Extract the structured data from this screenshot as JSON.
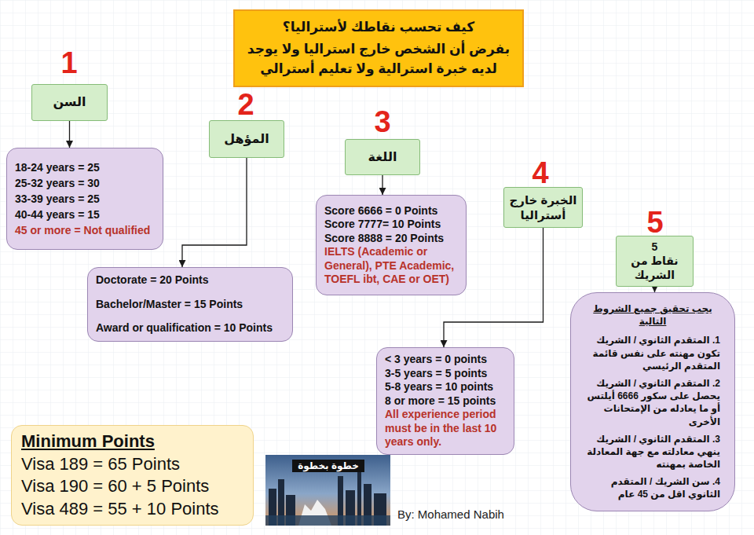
{
  "diagram": {
    "nodes": [
      {
        "text": [
          "كيف تحسب نقاطك لأستراليا؟",
          "بفرض أن الشخص خارج استراليا ولا يوجد لديه خبرة استرالية ولا تعليم أسترالي"
        ]
      },
      {
        "text": [
          "السن"
        ]
      },
      {
        "text": [
          "18-24 years = 25",
          "25-32 years = 30",
          "33-39 years = 25",
          "40-44 years = 15",
          "45 or more = Not qualified"
        ]
      },
      {
        "text": [
          "المؤهل"
        ]
      },
      {
        "text": [
          "Doctorate = 20 Points",
          "Bachelor/Master = 15 Points",
          "Award or qualification = 10 Points"
        ]
      },
      {
        "text": [
          "اللغة"
        ]
      },
      {
        "text": [
          "Score 6666 = 0 Points",
          "Score 7777= 10 Points",
          "Score 8888 = 20 Points",
          "IELTS (Academic or General), PTE Academic, TOEFL ibt, CAE or OET)"
        ]
      },
      {
        "text": [
          "الخبرة خارج أستراليا"
        ]
      },
      {
        "text": [
          "< 3 years = 0 points",
          "3-5 years = 5 points",
          "5-8 years = 10 points",
          "8 or more = 15 points",
          "All experience period must be in the last 10 years only."
        ]
      },
      {
        "text": [
          "5",
          "نقاط من الشريك"
        ]
      },
      {
        "text": [
          "يجب تحقيق جميع الشروط التالية",
          "1. المتقدم الثانوي / الشريك تكون مهنته على نفس قائمة المتقدم الرئيسي",
          "2. المتقدم الثانوي / الشريك يحصل على سكور 6666 أيلتس أو ما يعادله من الإمتحانات الأخرى",
          "3. المتقدم الثانوي / الشريك ينهي معادلته مع جهة المعادلة الخاصة بمهنته",
          "4. سن الشريك / المتقدم الثانوي اقل من 45 عام"
        ]
      },
      {
        "text": [
          "Minimum Points",
          "Visa 189 = 65 Points",
          "Visa 190 = 60 + 5 Points",
          "Visa 489 = 55 + 10 Points"
        ]
      }
    ],
    "edges": [
      {
        "from": 1,
        "to": 2,
        "arrow": "to"
      },
      {
        "from": 3,
        "to": 4,
        "arrow": "to"
      },
      {
        "from": 5,
        "to": 6,
        "arrow": "to"
      },
      {
        "from": 7,
        "to": 8,
        "arrow": "to"
      },
      {
        "from": 9,
        "to": 10,
        "arrow": "to"
      }
    ],
    "labels": [
      "1",
      "2",
      "3",
      "4",
      "5",
      "خطوة بخطوة",
      "By: Mohamed Nabih"
    ]
  }
}
